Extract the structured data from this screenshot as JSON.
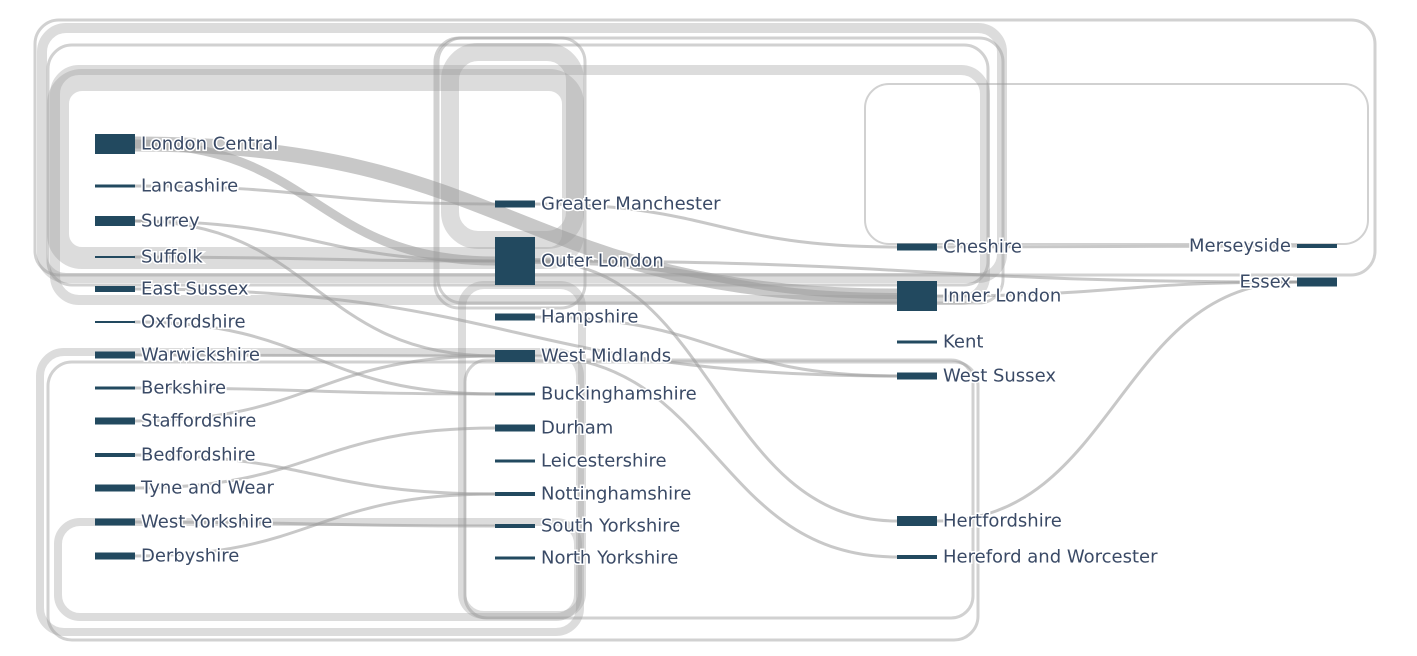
{
  "colors": {
    "node": "#22495f",
    "link": "#9a9a9a",
    "label": "#3a4a66",
    "background": "#ffffff"
  },
  "nodes": [
    {
      "id": "london-central",
      "label": "London Central",
      "column": 0
    },
    {
      "id": "lancashire",
      "label": "Lancashire",
      "column": 0
    },
    {
      "id": "surrey",
      "label": "Surrey",
      "column": 0
    },
    {
      "id": "suffolk",
      "label": "Suffolk",
      "column": 0
    },
    {
      "id": "east-sussex",
      "label": "East Sussex",
      "column": 0
    },
    {
      "id": "oxfordshire",
      "label": "Oxfordshire",
      "column": 0
    },
    {
      "id": "warwickshire",
      "label": "Warwickshire",
      "column": 0
    },
    {
      "id": "berkshire",
      "label": "Berkshire",
      "column": 0
    },
    {
      "id": "staffordshire",
      "label": "Staffordshire",
      "column": 0
    },
    {
      "id": "bedfordshire",
      "label": "Bedfordshire",
      "column": 0
    },
    {
      "id": "tyne-and-wear",
      "label": "Tyne and Wear",
      "column": 0
    },
    {
      "id": "west-yorkshire",
      "label": "West Yorkshire",
      "column": 0
    },
    {
      "id": "derbyshire",
      "label": "Derbyshire",
      "column": 0
    },
    {
      "id": "greater-manchester",
      "label": "Greater Manchester",
      "column": 1
    },
    {
      "id": "outer-london",
      "label": "Outer London",
      "column": 1
    },
    {
      "id": "hampshire",
      "label": "Hampshire",
      "column": 1
    },
    {
      "id": "west-midlands",
      "label": "West Midlands",
      "column": 1
    },
    {
      "id": "buckinghamshire",
      "label": "Buckinghamshire",
      "column": 1
    },
    {
      "id": "durham",
      "label": "Durham",
      "column": 1
    },
    {
      "id": "leicestershire",
      "label": "Leicestershire",
      "column": 1
    },
    {
      "id": "nottinghamshire",
      "label": "Nottinghamshire",
      "column": 1
    },
    {
      "id": "south-yorkshire",
      "label": "South Yorkshire",
      "column": 1
    },
    {
      "id": "north-yorkshire",
      "label": "North Yorkshire",
      "column": 1
    },
    {
      "id": "cheshire",
      "label": "Cheshire",
      "column": 2
    },
    {
      "id": "inner-london",
      "label": "Inner London",
      "column": 2
    },
    {
      "id": "kent",
      "label": "Kent",
      "column": 2
    },
    {
      "id": "west-sussex",
      "label": "West Sussex",
      "column": 2
    },
    {
      "id": "hertfordshire",
      "label": "Hertfordshire",
      "column": 2
    },
    {
      "id": "hereford-and-worcester",
      "label": "Hereford and Worcester",
      "column": 2
    },
    {
      "id": "merseyside",
      "label": "Merseyside",
      "column": 3
    },
    {
      "id": "essex",
      "label": "Essex",
      "column": 3
    }
  ],
  "links": [
    {
      "source": "london-central",
      "target": "outer-london",
      "value": 3
    },
    {
      "source": "london-central",
      "target": "inner-london",
      "value": 5
    },
    {
      "source": "lancashire",
      "target": "greater-manchester",
      "value": 1
    },
    {
      "source": "surrey",
      "target": "outer-london",
      "value": 1
    },
    {
      "source": "surrey",
      "target": "west-midlands",
      "value": 1
    },
    {
      "source": "suffolk",
      "target": "outer-london",
      "value": 1
    },
    {
      "source": "east-sussex",
      "target": "west-sussex",
      "value": 1
    },
    {
      "source": "oxfordshire",
      "target": "buckinghamshire",
      "value": 1
    },
    {
      "source": "warwickshire",
      "target": "west-midlands",
      "value": 1
    },
    {
      "source": "berkshire",
      "target": "buckinghamshire",
      "value": 1
    },
    {
      "source": "staffordshire",
      "target": "west-midlands",
      "value": 1
    },
    {
      "source": "bedfordshire",
      "target": "nottinghamshire",
      "value": 1
    },
    {
      "source": "tyne-and-wear",
      "target": "durham",
      "value": 1
    },
    {
      "source": "west-yorkshire",
      "target": "south-yorkshire",
      "value": 1
    },
    {
      "source": "derbyshire",
      "target": "nottinghamshire",
      "value": 1
    },
    {
      "source": "greater-manchester",
      "target": "cheshire",
      "value": 1
    },
    {
      "source": "outer-london",
      "target": "inner-london",
      "value": 2
    },
    {
      "source": "outer-london",
      "target": "essex",
      "value": 1
    },
    {
      "source": "outer-london",
      "target": "hertfordshire",
      "value": 1
    },
    {
      "source": "hampshire",
      "target": "west-sussex",
      "value": 1
    },
    {
      "source": "west-midlands",
      "target": "hereford-and-worcester",
      "value": 1
    },
    {
      "source": "cheshire",
      "target": "merseyside",
      "value": 1
    },
    {
      "source": "inner-london",
      "target": "essex",
      "value": 1
    },
    {
      "source": "hertfordshire",
      "target": "essex",
      "value": 1
    },
    {
      "source": "north-yorkshire",
      "target": "outer-london",
      "value": 1,
      "loop": true
    },
    {
      "source": "derbyshire",
      "target": "london-central",
      "value": 1,
      "loop": true
    },
    {
      "source": "inner-london",
      "target": "outer-london",
      "value": 2,
      "loop": true
    },
    {
      "source": "essex",
      "target": "london-central",
      "value": 1,
      "loop": true
    }
  ]
}
